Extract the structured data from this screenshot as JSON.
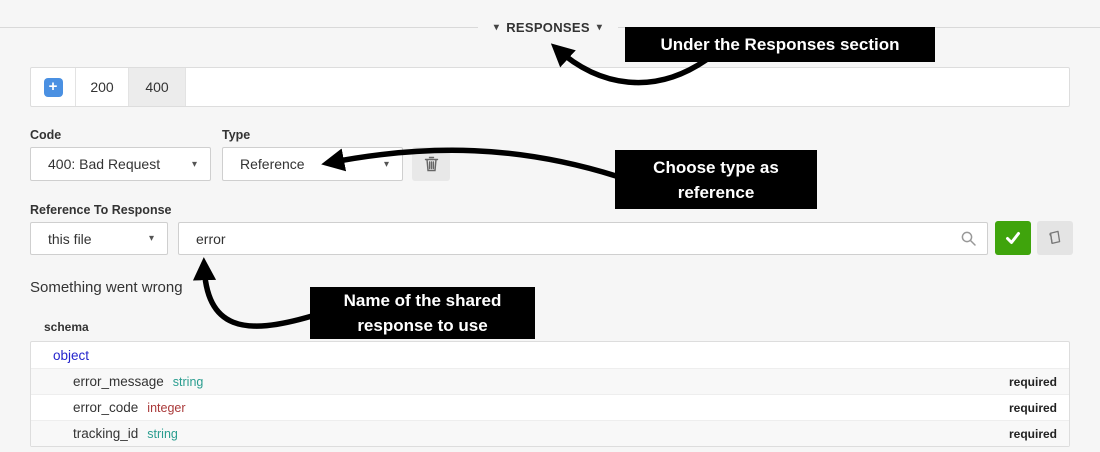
{
  "header": {
    "caret_left": "▾",
    "label": "RESPONSES",
    "caret_right": "▾"
  },
  "callouts": {
    "responses": "Under the Responses section",
    "type": "Choose type as reference",
    "reference": "Name of the shared response to use"
  },
  "tabs": {
    "add_icon": "+",
    "items": [
      {
        "label": "200"
      },
      {
        "label": "400"
      }
    ]
  },
  "form": {
    "code": {
      "label": "Code",
      "value": "400: Bad Request"
    },
    "type": {
      "label": "Type",
      "value": "Reference"
    },
    "reference": {
      "label": "Reference To Response",
      "scope": "this file",
      "query": "error"
    }
  },
  "description": "Something went wrong",
  "schema": {
    "label": "schema",
    "root_type": "object",
    "rows": [
      {
        "name": "error_message",
        "type": "string",
        "flag": "required"
      },
      {
        "name": "error_code",
        "type": "integer",
        "flag": "required"
      },
      {
        "name": "tracking_id",
        "type": "string",
        "flag": "required"
      }
    ]
  },
  "colors": {
    "accent_blue": "#4a90e2",
    "confirm_green": "#3fa40c",
    "annotation_bg": "#000000",
    "object_blue": "#2424cc",
    "type_string": "#2a9d8f",
    "type_integer": "#aa3939"
  }
}
